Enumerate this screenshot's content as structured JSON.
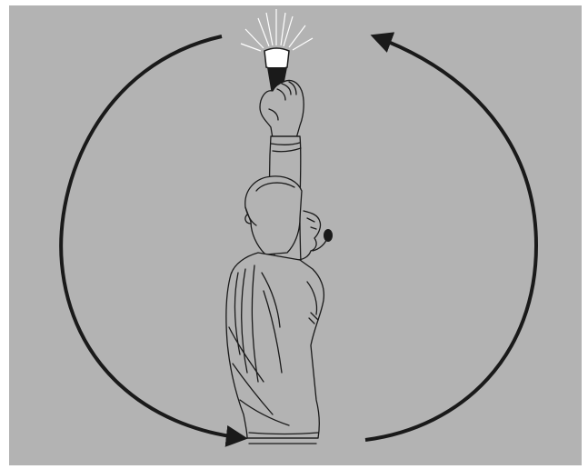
{
  "figure": {
    "subject": "signal-person-raised-flashlight",
    "colors": {
      "panel_background": "#b3b3b3",
      "frame": "#ffffff",
      "line": "#1a1a1a",
      "figure_fill": "#b3b3b3",
      "light_beam": "#ffffff",
      "lens": "#ffffff",
      "flashlight_body": "#1a1a1a",
      "microphone": "#1a1a1a"
    },
    "icons": {
      "rotation_arrows": [
        "arrow-left-arc-down",
        "arrow-right-arc-up"
      ],
      "flashlight": "flashlight-icon"
    }
  }
}
